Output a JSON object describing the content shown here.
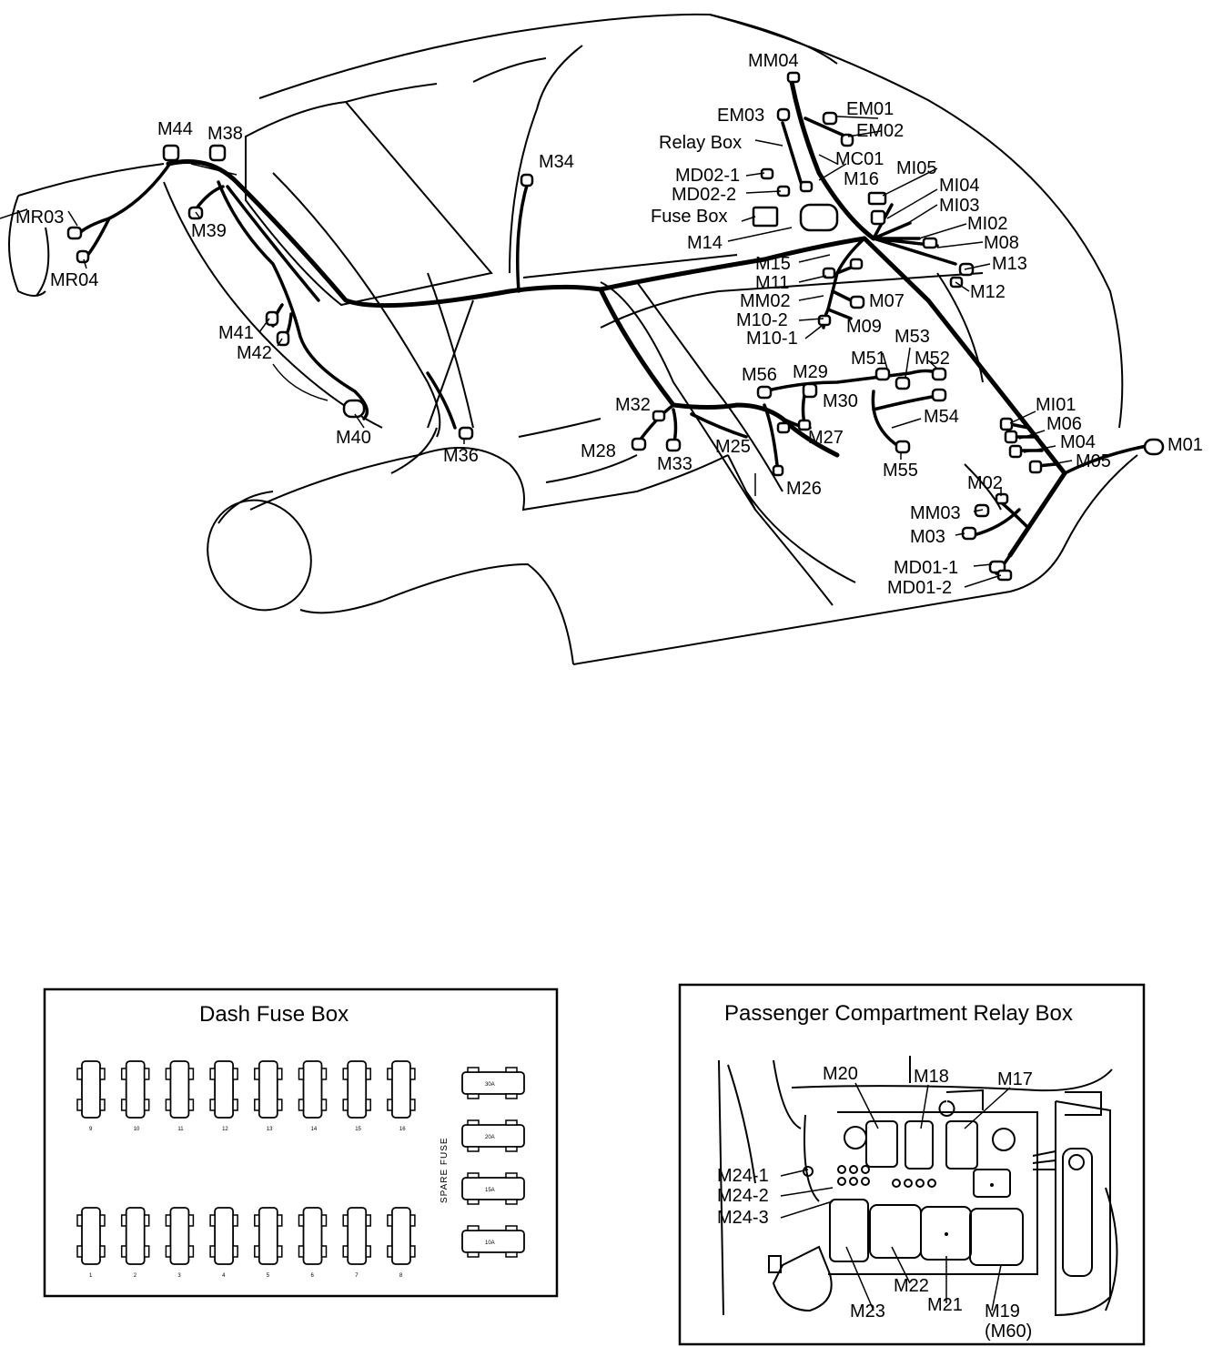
{
  "connectors": {
    "MM04": "MM04",
    "EM03": "EM03",
    "EM01": "EM01",
    "EM02": "EM02",
    "RelayBox": "Relay Box",
    "MC01": "MC01",
    "M16": "M16",
    "MI05": "MI05",
    "MD02_1": "MD02-1",
    "MD02_2": "MD02-2",
    "FuseBox": "Fuse Box",
    "MI04": "MI04",
    "MI03": "MI03",
    "MI02": "MI02",
    "M08": "M08",
    "M14": "M14",
    "M13": "M13",
    "M15": "M15",
    "M11": "M11",
    "M12": "M12",
    "MM02": "MM02",
    "M07": "M07",
    "M10_2": "M10-2",
    "M09": "M09",
    "M10_1": "M10-1",
    "M53": "M53",
    "M51": "M51",
    "M52": "M52",
    "M56": "M56",
    "M29": "M29",
    "M30": "M30",
    "M32": "M32",
    "M54": "M54",
    "MI01": "MI01",
    "M06": "M06",
    "M27": "M27",
    "M04": "M04",
    "M28": "M28",
    "M25": "M25",
    "M05": "M05",
    "M01": "M01",
    "M33": "M33",
    "M55": "M55",
    "M26": "M26",
    "M02": "M02",
    "MM03": "MM03",
    "M03": "M03",
    "MD01_1": "MD01-1",
    "MD01_2": "MD01-2",
    "M44": "M44",
    "M38": "M38",
    "M34": "M34",
    "MR03": "MR03",
    "M39": "M39",
    "MR04": "MR04",
    "M41": "M41",
    "M42": "M42",
    "M40": "M40",
    "M36": "M36"
  },
  "dash_fuse_box": {
    "title": "Dash Fuse Box",
    "top_row_numbers": [
      "9",
      "10",
      "11",
      "12",
      "13",
      "14",
      "15",
      "16"
    ],
    "bottom_row_numbers": [
      "1",
      "2",
      "3",
      "4",
      "5",
      "6",
      "7",
      "8"
    ],
    "spare_label": "SPARE FUSE",
    "spare_ratings": [
      "30A",
      "20A",
      "15A",
      "10A"
    ]
  },
  "relay_box": {
    "title": "Passenger Compartment Relay Box",
    "labels": {
      "M20": "M20",
      "M18": "M18",
      "M17": "M17",
      "M24_1": "M24-1",
      "M24_2": "M24-2",
      "M24_3": "M24-3",
      "M22": "M22",
      "M23": "M23",
      "M21": "M21",
      "M19": "M19",
      "M60": "(M60)"
    }
  }
}
